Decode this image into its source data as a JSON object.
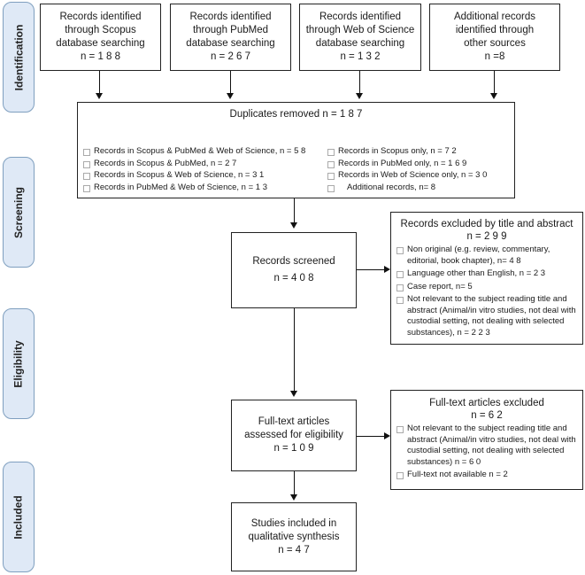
{
  "stages": {
    "identification": "Identification",
    "screening": "Screening",
    "eligibility": "Eligibility",
    "included": "Included"
  },
  "sources": [
    {
      "line1": "Records identified",
      "line2": "through Scopus",
      "line3": "database searching",
      "count": "n = 1 8 8"
    },
    {
      "line1": "Records identified",
      "line2": "through PubMed",
      "line3": "database searching",
      "count": "n = 2 6 7"
    },
    {
      "line1": "Records identified",
      "line2": "through Web of Science",
      "line3": "database searching",
      "count": "n = 1 3 2"
    },
    {
      "line1": "Additional records",
      "line2": "identified through",
      "line3": "other sources",
      "count": "n =8"
    }
  ],
  "duplicates": {
    "title": "Duplicates removed n = 1 8 7",
    "left": [
      "Records in Scopus & PubMed & Web of Science, n = 5 8",
      "Records in Scopus & PubMed, n = 2 7",
      "Records in Scopus & Web of Science, n = 3 1",
      "Records in PubMed & Web of Science, n = 1 3"
    ],
    "right": [
      "Records in Scopus only, n = 7 2",
      "Records in PubMed only, n = 1 6 9",
      "Records in Web of Science only, n = 3 0",
      "Additional records, n= 8"
    ]
  },
  "screened": {
    "line1": "Records screened",
    "count": "n = 4 0 8"
  },
  "excluded_ta": {
    "title": "Records excluded by title and abstract",
    "count": "n = 2 9 9",
    "items": [
      "Non original (e.g. review, commentary, editorial, book chapter), n= 4 8",
      "Language other than English, n = 2 3",
      "Case report, n= 5",
      "Not relevant to the subject reading title and abstract (Animal/in vitro studies, not deal with custodial setting, not dealing with selected substances), n = 2 2 3"
    ]
  },
  "fulltext": {
    "line1": "Full-text articles",
    "line2": "assessed for eligibility",
    "count": "n = 1 0 9"
  },
  "excluded_ft": {
    "title": "Full-text articles excluded",
    "count": "n = 6 2",
    "items": [
      "Not relevant to the subject reading title and abstract (Animal/in vitro studies, not deal with custodial setting, not dealing with selected substances) n = 6 0",
      "Full-text not available n = 2"
    ]
  },
  "included": {
    "line1": "Studies included in",
    "line2": "qualitative synthesis",
    "count": "n = 4 7"
  }
}
